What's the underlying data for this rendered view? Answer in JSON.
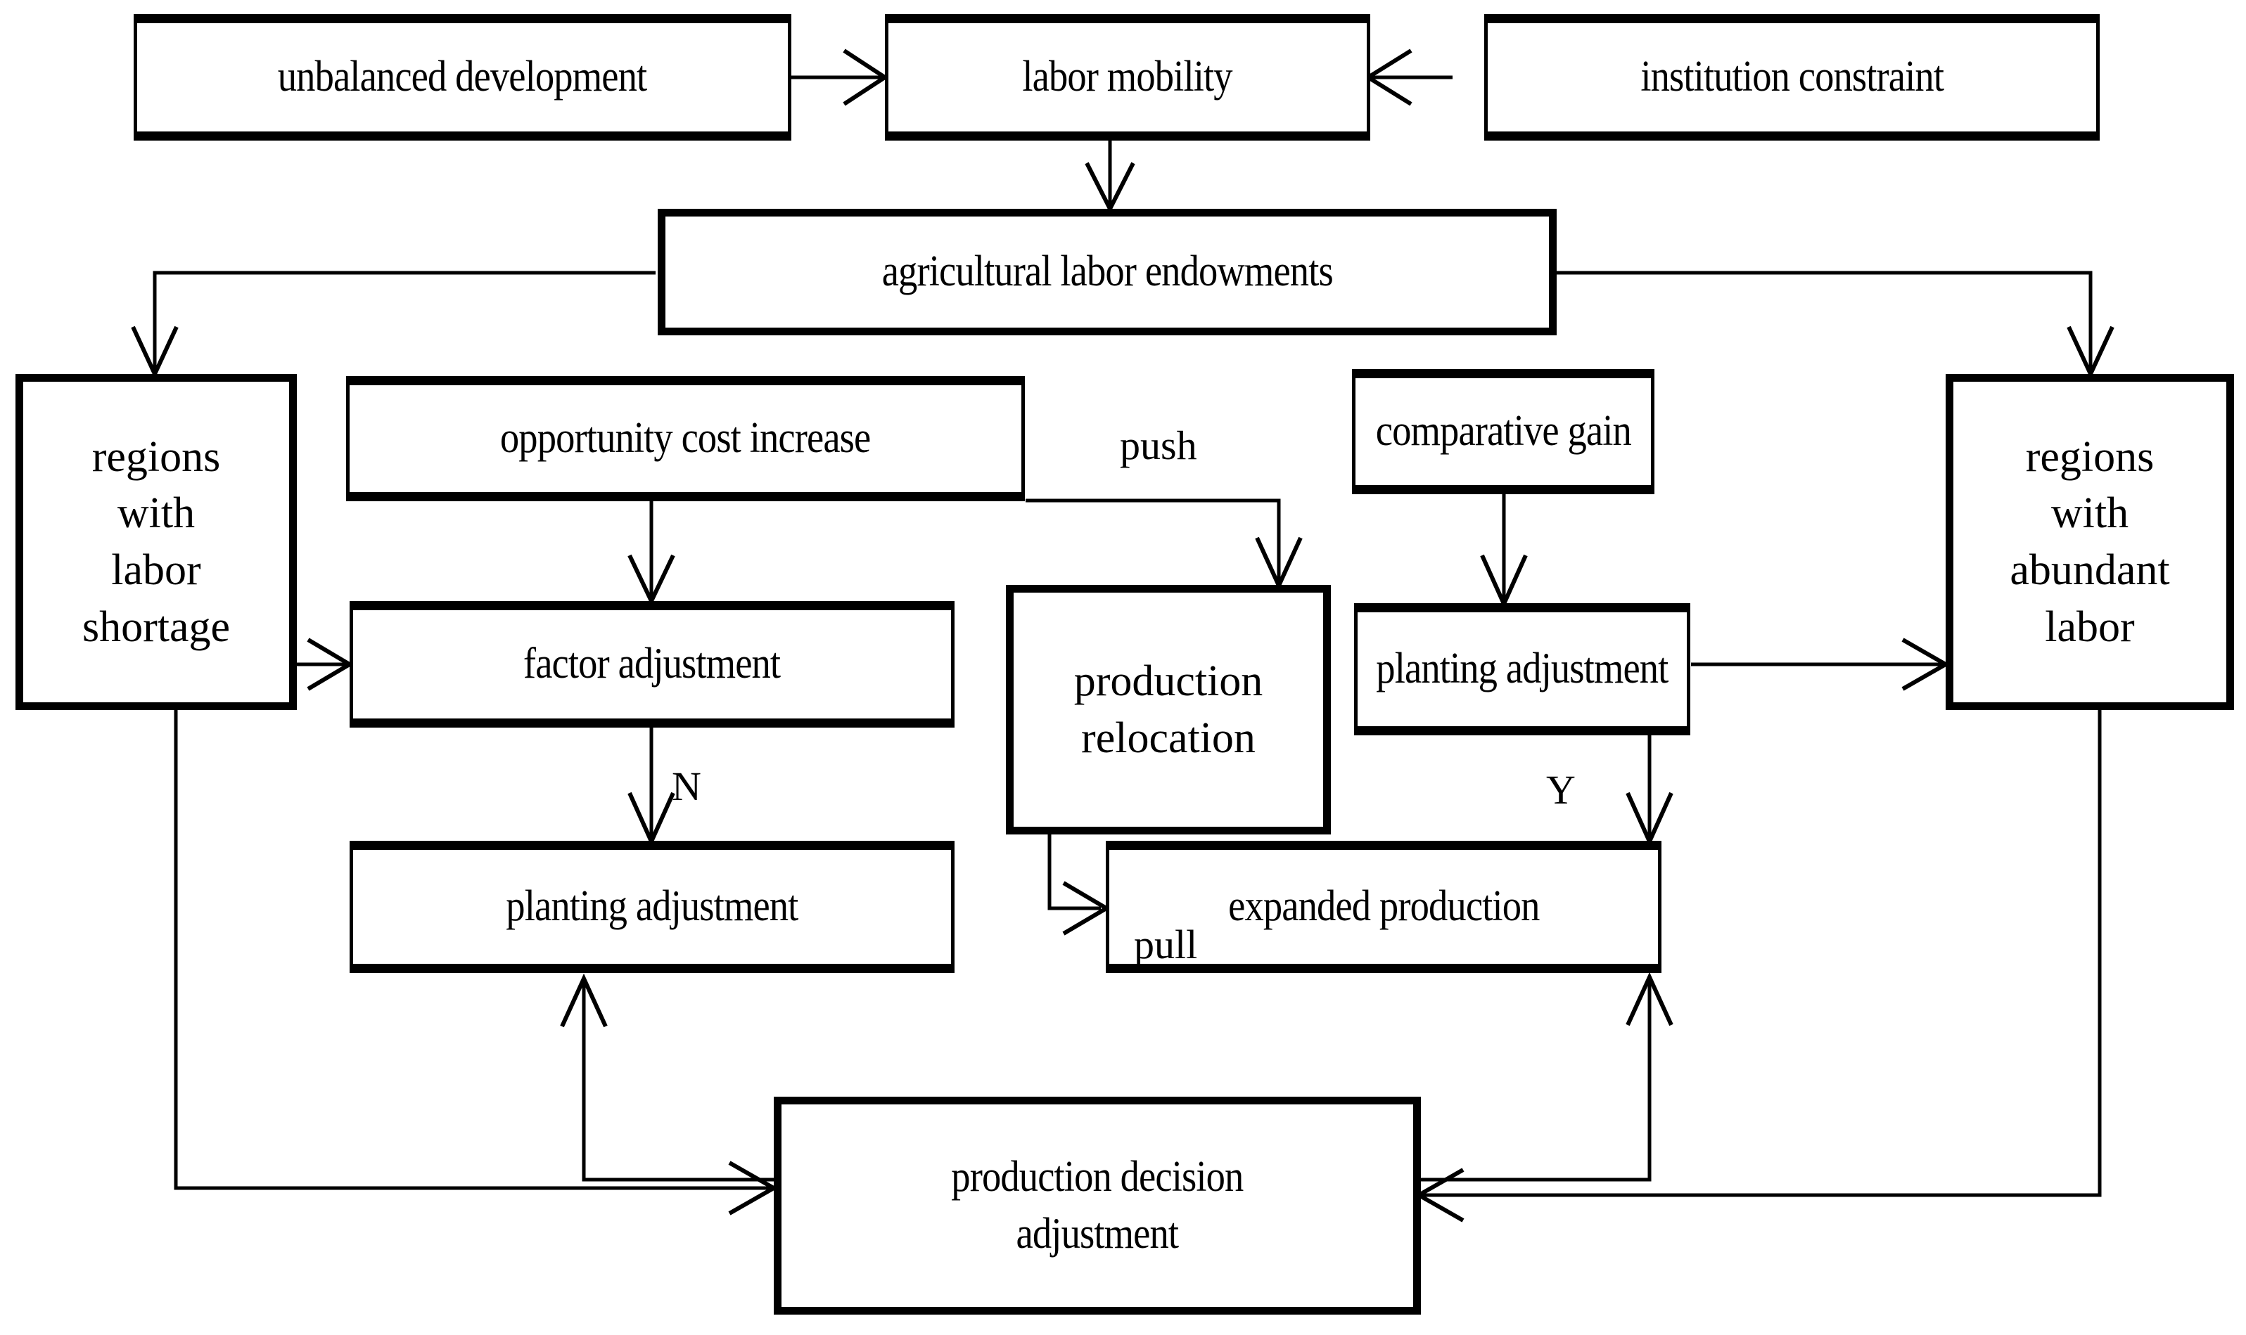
{
  "diagram": {
    "title": "labor mobility and agricultural production adjustment flowchart",
    "line_color": "#000000",
    "box_border_color": "#000000",
    "background_color": "#ffffff",
    "nodes": {
      "unbalanced_development": "unbalanced development",
      "labor_mobility": "labor mobility",
      "institution_constraint": "institution constraint",
      "agricultural_labor_endowments": "agricultural labor endowments",
      "regions_with_labor_shortage": "regions\nwith\nlabor\nshortage",
      "regions_with_abundant_labor": "regions\nwith\nabundant\nlabor",
      "opportunity_cost_increase": "opportunity cost increase",
      "comparative_gain": "comparative gain",
      "factor_adjustment": "factor adjustment",
      "planting_adjustment_left": "planting adjustment",
      "planting_adjustment_right": "planting adjustment",
      "production_relocation": "production\nrelocation",
      "expanded_production": "expanded production",
      "production_decision_adjustment": "production  decision\nadjustment"
    },
    "edge_labels": {
      "push": "push",
      "pull": "pull",
      "branch_no": "N",
      "branch_yes": "Y"
    }
  }
}
